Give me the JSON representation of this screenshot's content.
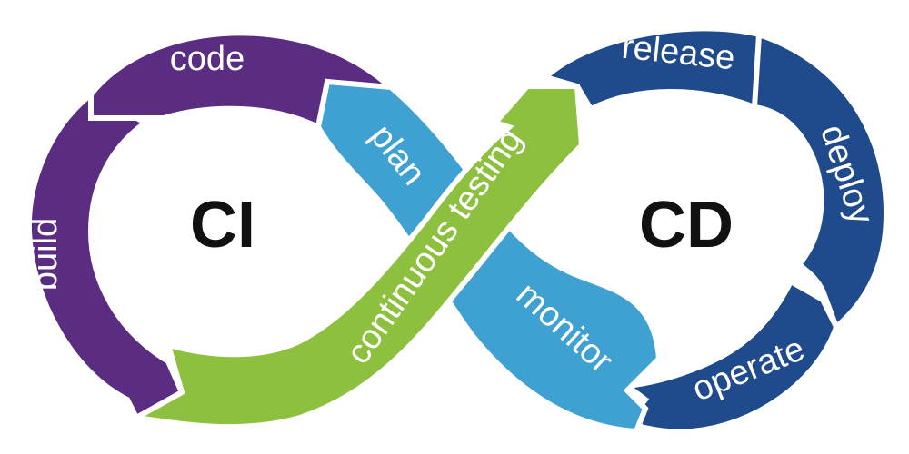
{
  "hubs": {
    "left": "CI",
    "right": "CD"
  },
  "stages": {
    "code": "code",
    "build": "build",
    "plan": "plan",
    "continuous_testing": "continuous testing",
    "monitor": "monitor",
    "release": "release",
    "deploy": "deploy",
    "operate": "operate"
  },
  "colors": {
    "ci": "#5a2d82",
    "cd": "#1f4a8c",
    "plan_monitor": "#3fa1d2",
    "testing": "#8dc03f"
  }
}
